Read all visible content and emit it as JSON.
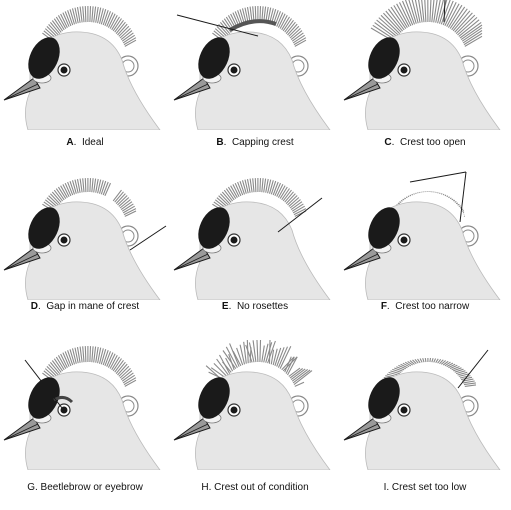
{
  "panels": [
    {
      "letter": "A",
      "sep": ".",
      "text": "Ideal",
      "variant": "ideal"
    },
    {
      "letter": "B",
      "sep": ".",
      "text": "Capping crest",
      "variant": "capping"
    },
    {
      "letter": "C",
      "sep": ".",
      "text": "Crest too open",
      "variant": "open"
    },
    {
      "letter": "D",
      "sep": ".",
      "text": "Gap in mane of crest",
      "variant": "gap"
    },
    {
      "letter": "E",
      "sep": ".",
      "text": "No rosettes",
      "variant": "norosettes"
    },
    {
      "letter": "F",
      "sep": ".",
      "text": "Crest too narrow",
      "variant": "narrow"
    },
    {
      "letter": "G",
      "sep": ".",
      "text": "Beetlebrow or eyebrow",
      "variant": "beetlebrow"
    },
    {
      "letter": "H",
      "sep": ".",
      "text": "Crest out of condition",
      "variant": "outofcondition"
    },
    {
      "letter": "I",
      "sep": ".",
      "text": "Crest set too low",
      "variant": "low"
    }
  ],
  "colors": {
    "ink": "#1a1a1a",
    "feather": "#8a8a8a",
    "head": "#e6e6e6",
    "cere": "#f2f2f2",
    "background": "#ffffff"
  }
}
